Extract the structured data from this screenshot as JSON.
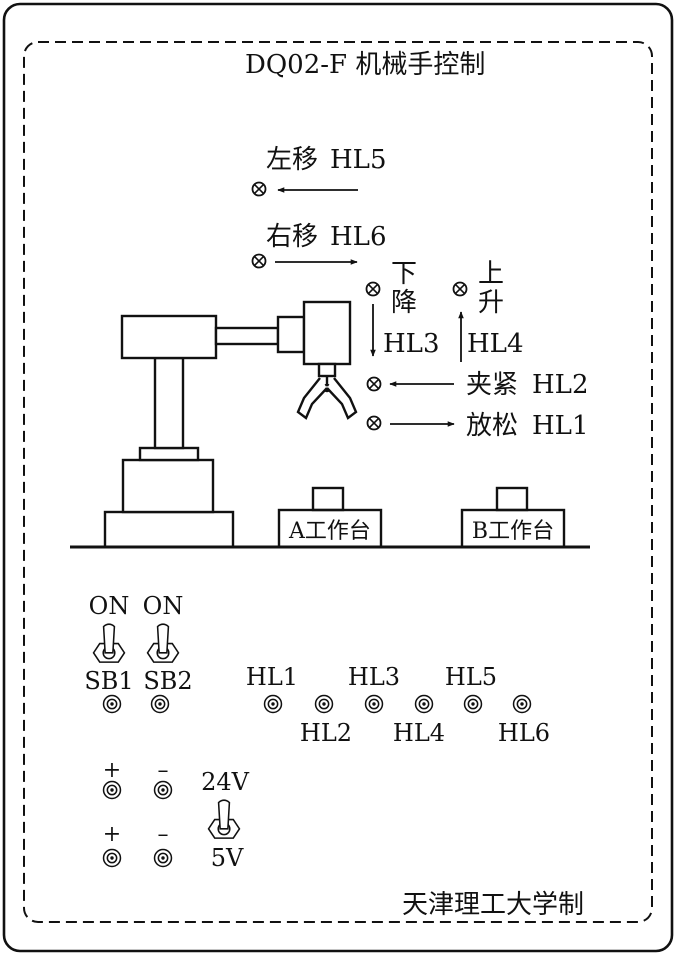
{
  "panel": {
    "title": "DQ02-F 机械手控制",
    "maker": "天津理工大学制"
  },
  "indicators": {
    "left": {
      "text": "左移",
      "tag": "HL5"
    },
    "right": {
      "text": "右移",
      "tag": "HL6"
    },
    "down": {
      "char1": "下",
      "char2": "降",
      "tag": "HL3"
    },
    "up": {
      "char1": "上",
      "char2": "升",
      "tag": "HL4"
    },
    "clamp": {
      "text": "夹紧",
      "tag": "HL2"
    },
    "release": {
      "text": "放松",
      "tag": "HL1"
    }
  },
  "stations": {
    "a": "A工作台",
    "b": "B工作台"
  },
  "switches": {
    "sb1": {
      "state": "ON",
      "name": "SB1"
    },
    "sb2": {
      "state": "ON",
      "name": "SB2"
    },
    "power": {
      "upper": "24V",
      "lower": "5V"
    }
  },
  "lamp_terminals": {
    "top_row": [
      "HL1",
      "HL3",
      "HL5"
    ],
    "bottom_row": [
      "HL2",
      "HL4",
      "HL6"
    ]
  },
  "power_terminals": {
    "row1": {
      "plus": "+",
      "minus": "–"
    },
    "row2": {
      "plus": "+",
      "minus": "–"
    }
  }
}
